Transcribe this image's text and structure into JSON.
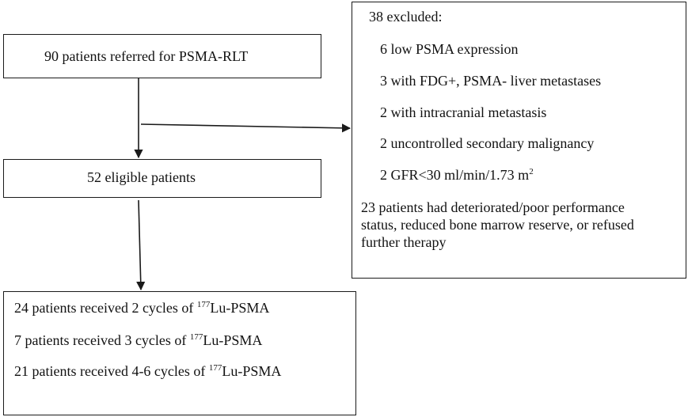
{
  "referred": {
    "label": "90 patients referred for PSMA-RLT"
  },
  "eligible": {
    "label": "52 eligible patients"
  },
  "excluded": {
    "title": "38 excluded:",
    "items": [
      "6 low PSMA expression",
      "3 with FDG+, PSMA- liver metastases",
      "2 with intracranial metastasis",
      "2 uncontrolled secondary malignancy"
    ],
    "gfr_text": "2 GFR<30 ml/min/1.73 m",
    "gfr_sup": "2",
    "last_item": "23 patients had deteriorated/poor performance status, reduced bone marrow reserve, or refused further therapy"
  },
  "received": {
    "isotope_mass": "177",
    "isotope_name": "Lu-PSMA",
    "rows": [
      {
        "prefix": "24 patients received 2 cycles of "
      },
      {
        "prefix": "7 patients received 3 cycles of "
      },
      {
        "prefix": "21 patients received 4-6 cycles of "
      }
    ]
  },
  "colors": {
    "line": "#1a1a1a",
    "text": "#111111",
    "background": "#ffffff"
  }
}
